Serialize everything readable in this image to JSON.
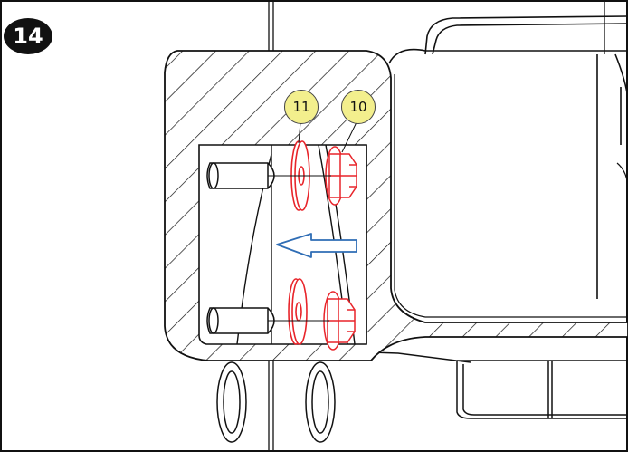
{
  "step": {
    "number": "14"
  },
  "callouts": [
    {
      "id": "11",
      "label": "11"
    },
    {
      "id": "10",
      "label": "10"
    }
  ],
  "colors": {
    "line": "#111111",
    "part_highlight": "#e8242a",
    "arrow": "#2f6db5",
    "callout_fill": "#f3ef8d",
    "badge": "#111111"
  },
  "icons": [
    "hatched-bracket",
    "flange-bolt-icon",
    "washer-icon",
    "direction-arrow-icon"
  ]
}
